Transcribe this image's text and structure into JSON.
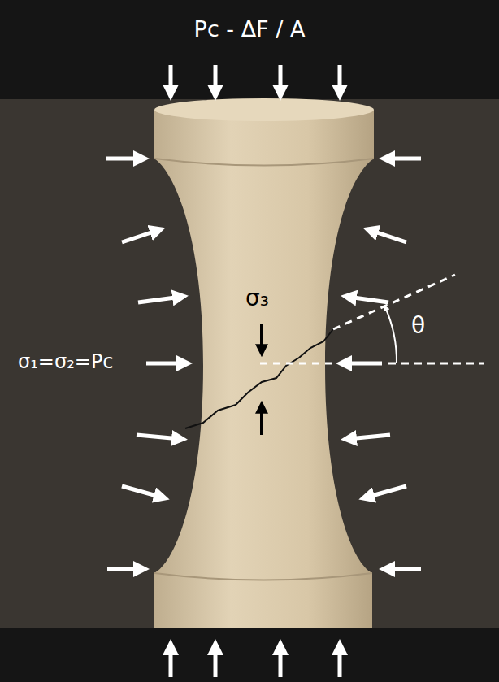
{
  "diagram": {
    "nodes": [
      {
        "text": [
          "Pc - ΔF / A"
        ]
      }
    ],
    "labels": [
      "σ₃",
      "σ₁=σ₂=Pc",
      "θ"
    ]
  }
}
